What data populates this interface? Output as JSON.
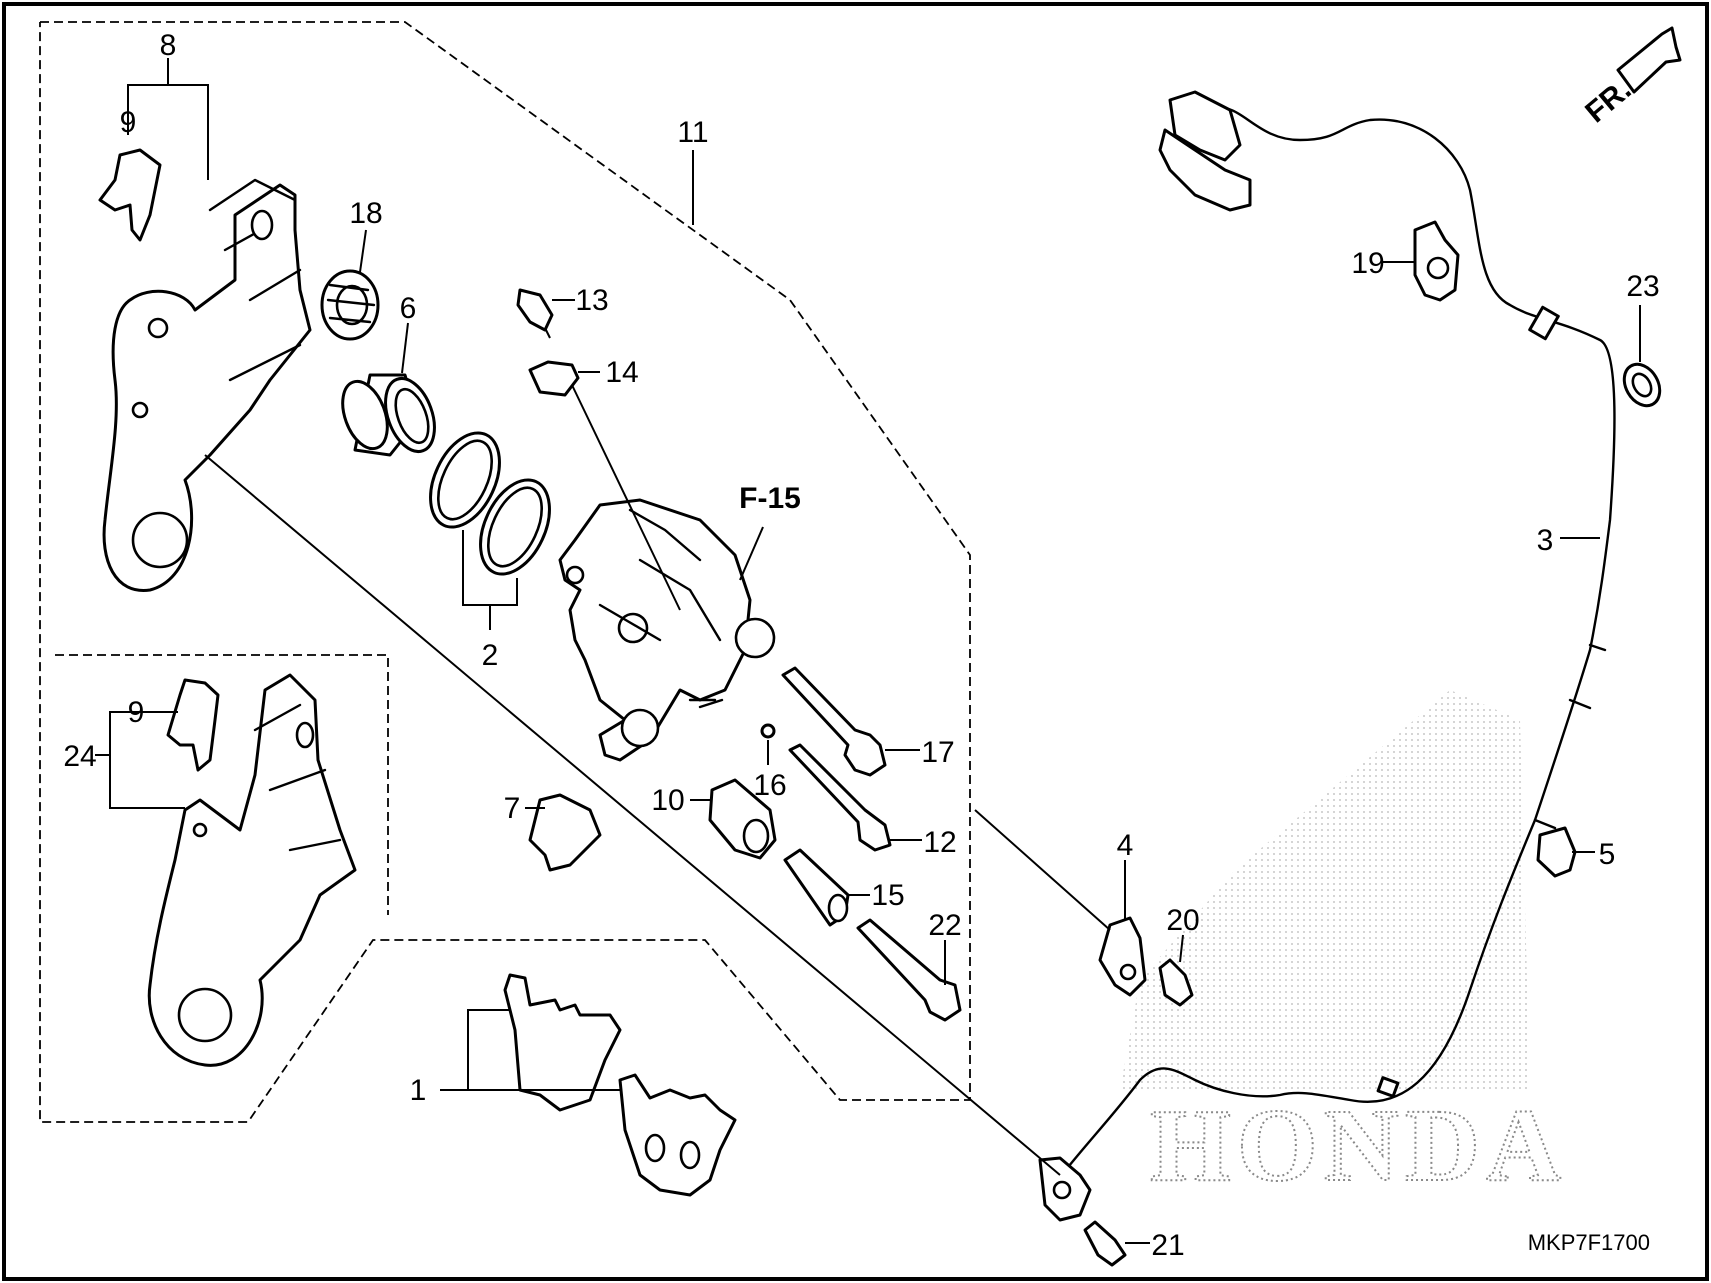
{
  "diagram": {
    "callouts": [
      "1",
      "2",
      "3",
      "4",
      "5",
      "6",
      "7",
      "8",
      "9",
      "10",
      "11",
      "12",
      "13",
      "14",
      "15",
      "16",
      "17",
      "18",
      "19",
      "20",
      "21",
      "22",
      "23",
      "24"
    ],
    "callout_9_inset": "9",
    "reference_label": "F-15",
    "direction_label": "FR.",
    "part_code": "MKP7F1700",
    "watermark": "HONDA"
  }
}
